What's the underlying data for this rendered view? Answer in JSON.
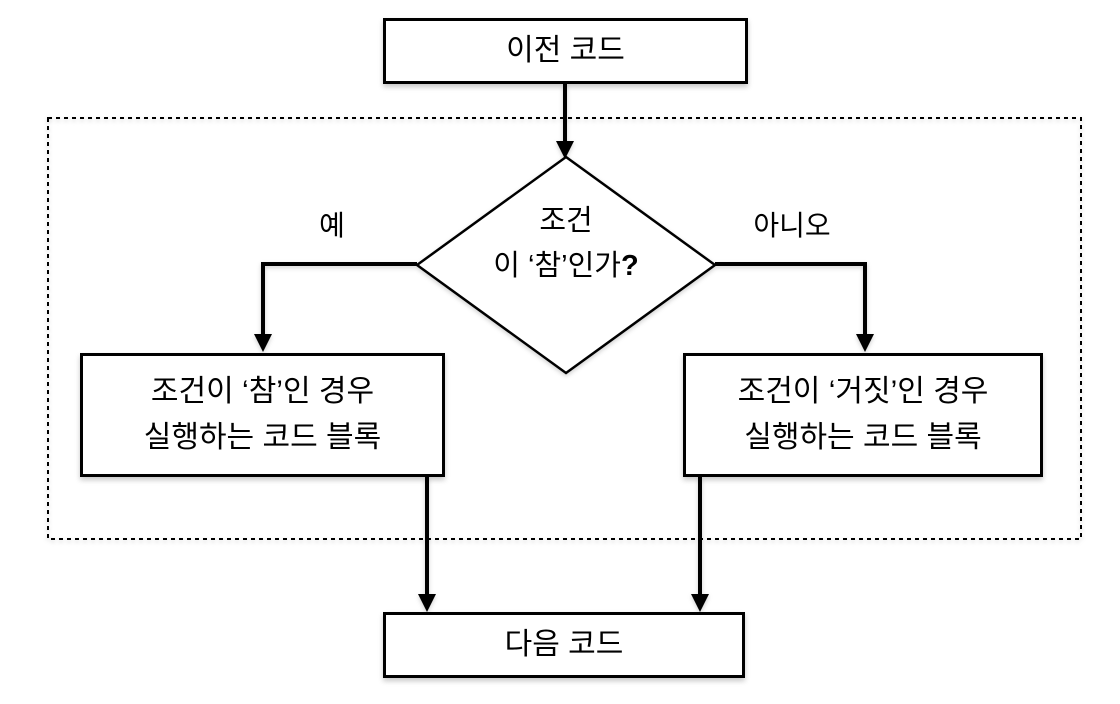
{
  "flowchart": {
    "previous_code": {
      "label": "이전 코드"
    },
    "condition": {
      "line1": "조건",
      "line2": "이 ‘참’인가",
      "punct": "?"
    },
    "yes_label": "예",
    "no_label": "아니오",
    "true_block": {
      "line1": "조건이 ‘참’인 경우",
      "line2": "실행하는 코드 블록"
    },
    "false_block": {
      "line1": "조건이 ‘거짓’인 경우",
      "line2": "실행하는 코드 블록"
    },
    "next_code": {
      "label": "다음 코드"
    },
    "colors": {
      "stroke": "#000000",
      "fill": "#ffffff",
      "background": "#ffffff"
    }
  }
}
